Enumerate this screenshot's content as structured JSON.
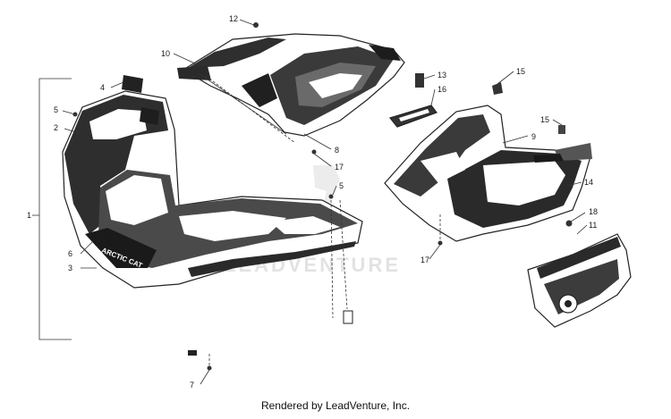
{
  "footer": {
    "text": "Rendered by LeadVenture, Inc."
  },
  "watermark": {
    "text": "LEADVENTURE",
    "color": "#d8d8d8"
  },
  "decal_text": "ARCTIC CAT",
  "callouts": [
    {
      "id": "1",
      "label": "1"
    },
    {
      "id": "2",
      "label": "2"
    },
    {
      "id": "3",
      "label": "3"
    },
    {
      "id": "4",
      "label": "4"
    },
    {
      "id": "5a",
      "label": "5"
    },
    {
      "id": "5b",
      "label": "5"
    },
    {
      "id": "6",
      "label": "6"
    },
    {
      "id": "7",
      "label": "7"
    },
    {
      "id": "8",
      "label": "8"
    },
    {
      "id": "9",
      "label": "9"
    },
    {
      "id": "10",
      "label": "10"
    },
    {
      "id": "11",
      "label": "11"
    },
    {
      "id": "12",
      "label": "12"
    },
    {
      "id": "13",
      "label": "13"
    },
    {
      "id": "14",
      "label": "14"
    },
    {
      "id": "15a",
      "label": "15"
    },
    {
      "id": "15b",
      "label": "15"
    },
    {
      "id": "16",
      "label": "16"
    },
    {
      "id": "17a",
      "label": "17"
    },
    {
      "id": "17b",
      "label": "17"
    },
    {
      "id": "18",
      "label": "18"
    }
  ]
}
